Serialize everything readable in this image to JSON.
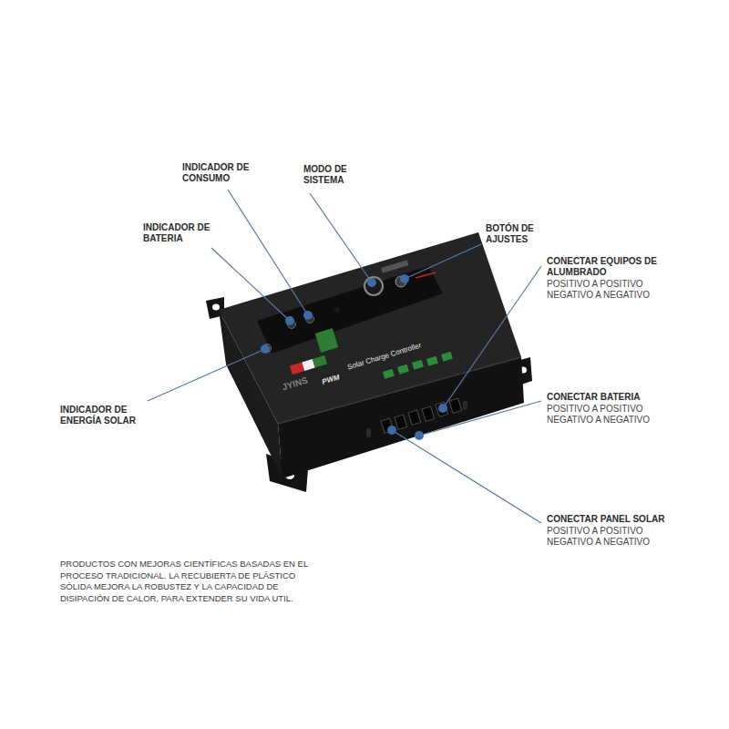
{
  "diagram": {
    "labels": [
      "INDICADOR DE CONSUMO",
      "MODO DE SISTEMA",
      "INDICADOR DE BATERIA",
      "BOTÓN DE AJUSTES",
      "CONECTAR EQUIPOS DE ALUMBRADO",
      "POSITIVO A POSITIVO NEGATIVO A NEGATIVO",
      "CONECTAR BATERIA",
      "POSITIVO A POSITIVO NEGATIVO A NEGATIVO",
      "INDICADOR DE ENERGÍA SOLAR",
      "CONECTAR PANEL SOLAR",
      "POSITIVO A POSITIVO NEGATIVO A NEGATIVO",
      "PRODUCTOS CON MEJORAS CIENTÍFICAS BASADAS EN EL PROCESO TRADICIONAL. LA RECUBIERTA DE PLÁSTICO SÓLIDA MEJORA LA ROBUSTEZ Y LA CAPACIDAD DE DISIPACIÓN DE CALOR, PARA EXTENDER SU VIDA UTIL.",
      "PWM",
      "Solar Charge Controller",
      "JYINS"
    ]
  }
}
